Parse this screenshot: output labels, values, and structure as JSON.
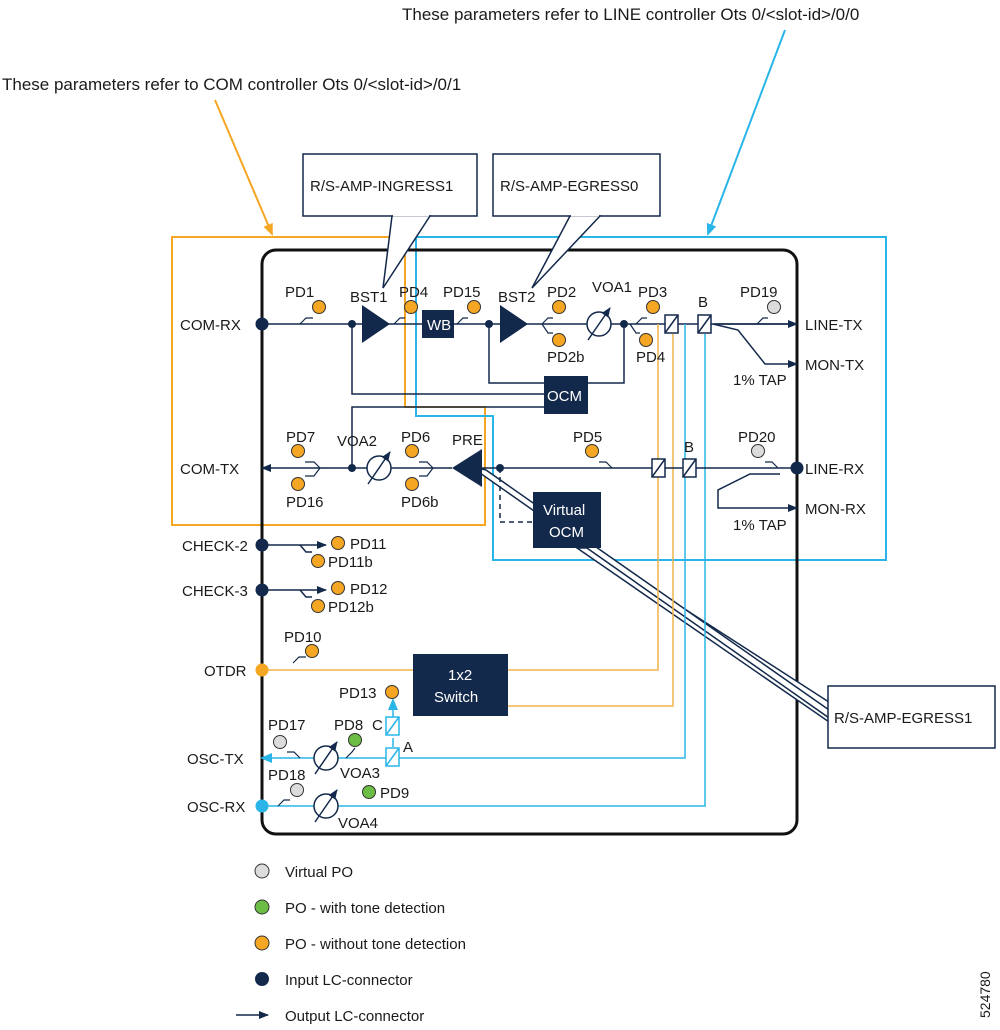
{
  "colors": {
    "navy": "#13294b",
    "orange": "#f5a623",
    "orange_line": "#f0b44c",
    "blue": "#29b5e8",
    "green": "#6cbd45",
    "gray": "#dcdcdc"
  },
  "annotations": {
    "line_controller": "These parameters refer to LINE controller Ots 0/<slot-id>/0/0",
    "com_controller": "These parameters refer to COM controller Ots 0/<slot-id>/0/1"
  },
  "callouts": {
    "ingress1": "R/S-AMP-INGRESS1",
    "egress0": "R/S-AMP-EGRESS0",
    "egress1": "R/S-AMP-EGRESS1"
  },
  "ports": {
    "com_rx": "COM-RX",
    "com_tx": "COM-TX",
    "check2": "CHECK-2",
    "check3": "CHECK-3",
    "otdr": "OTDR",
    "osc_tx": "OSC-TX",
    "osc_rx": "OSC-RX",
    "line_tx": "LINE-TX",
    "mon_tx": "MON-TX",
    "line_rx": "LINE-RX",
    "mon_rx": "MON-RX"
  },
  "blocks": {
    "bst1": "BST1",
    "bst2": "BST2",
    "pre": "PRE",
    "wb": "WB",
    "ocm": "OCM",
    "voa1": "VOA1",
    "voa2": "VOA2",
    "voa3": "VOA3",
    "voa4": "VOA4",
    "virtual_ocm_1": "Virtual",
    "virtual_ocm_2": "OCM",
    "switch_1": "1x2",
    "switch_2": "Switch",
    "tap_tx": "1% TAP",
    "tap_rx": "1% TAP",
    "filter_b_tx": "B",
    "filter_b_rx": "B",
    "filter_a": "A",
    "filter_c": "C"
  },
  "photodiodes": {
    "pd1": "PD1",
    "pd2": "PD2",
    "pd2b": "PD2b",
    "pd3": "PD3",
    "pd4a": "PD4",
    "pd4b": "PD4",
    "pd5": "PD5",
    "pd6": "PD6",
    "pd6b": "PD6b",
    "pd7": "PD7",
    "pd8": "PD8",
    "pd9": "PD9",
    "pd10": "PD10",
    "pd11": "PD11",
    "pd11b": "PD11b",
    "pd12": "PD12",
    "pd12b": "PD12b",
    "pd13": "PD13",
    "pd15": "PD15",
    "pd16": "PD16",
    "pd17": "PD17",
    "pd18": "PD18",
    "pd19": "PD19",
    "pd20": "PD20"
  },
  "legend": {
    "virtual_po": "Virtual PO",
    "po_tone": "PO - with tone detection",
    "po_no_tone": "PO - without tone detection",
    "input_lc": "Input LC-connector",
    "output_lc": "Output LC-connector"
  },
  "figure_number": "524780"
}
